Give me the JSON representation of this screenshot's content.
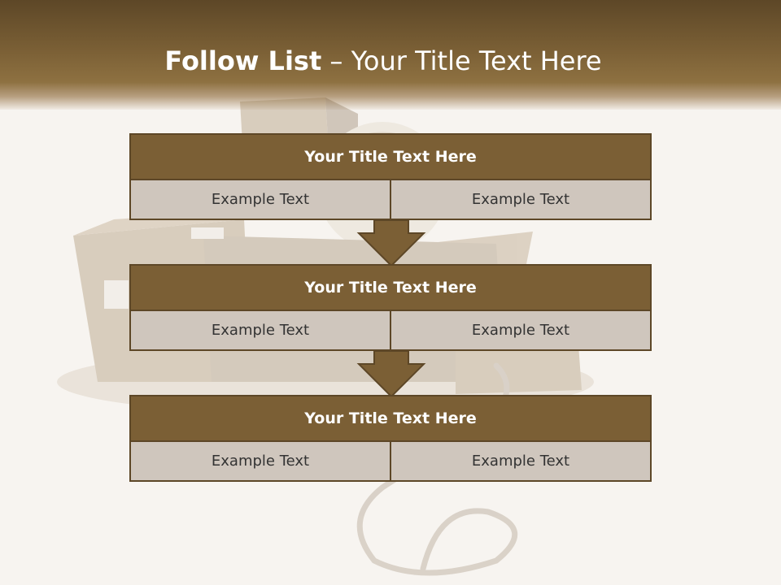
{
  "slide": {
    "title_bold": "Follow List",
    "title_rest": " – Your Title Text Here"
  },
  "blocks": [
    {
      "title": "Your Title Text Here",
      "left": "Example Text",
      "right": "Example Text"
    },
    {
      "title": "Your Title Text Here",
      "left": "Example Text",
      "right": "Example Text"
    },
    {
      "title": "Your Title Text Here",
      "left": "Example Text",
      "right": "Example Text"
    }
  ],
  "colors": {
    "header_dark": "#5d4727",
    "header_mid": "#8e7141",
    "block_title_fill": "#7b5f35",
    "block_cell_fill": "#cfc6bd",
    "border": "#5d4727",
    "background": "#f7f4f0"
  }
}
